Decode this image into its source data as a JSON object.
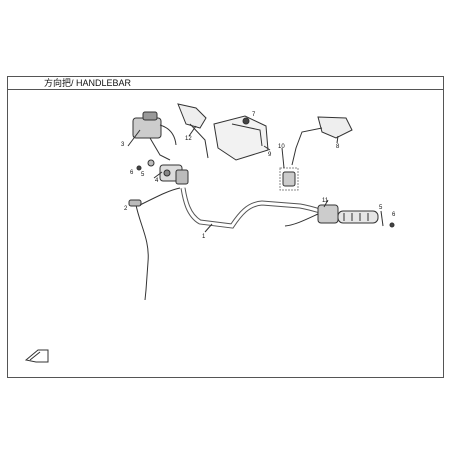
{
  "title": "方向把/ HANDLEBAR",
  "callouts": [
    {
      "id": "1",
      "label": "1"
    },
    {
      "id": "2",
      "label": "2"
    },
    {
      "id": "3",
      "label": "3"
    },
    {
      "id": "4",
      "label": "4"
    },
    {
      "id": "5a",
      "label": "5"
    },
    {
      "id": "5b",
      "label": "5"
    },
    {
      "id": "6a",
      "label": "6"
    },
    {
      "id": "6b",
      "label": "6"
    },
    {
      "id": "7",
      "label": "7"
    },
    {
      "id": "8",
      "label": "8"
    },
    {
      "id": "9",
      "label": "9"
    },
    {
      "id": "10",
      "label": "10"
    },
    {
      "id": "11",
      "label": "11"
    },
    {
      "id": "12",
      "label": "12"
    }
  ]
}
